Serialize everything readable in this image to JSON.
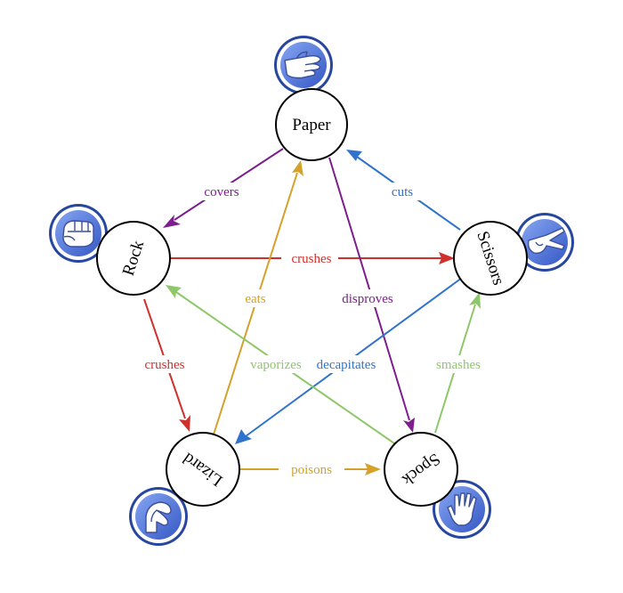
{
  "colors": {
    "red": "#d0302b",
    "purple": "#7d1d8e",
    "blue": "#2f73cc",
    "gold": "#d5a12a",
    "green": "#8ec76a",
    "badge_fill": "#3e62cc",
    "badge_inner": "#6f93ee"
  },
  "nodes": {
    "paper": {
      "label": "Paper",
      "icon": "flat-hand-icon"
    },
    "rock": {
      "label": "Rock",
      "icon": "fist-icon"
    },
    "scissors": {
      "label": "Scissors",
      "icon": "scissors-hand-icon"
    },
    "lizard": {
      "label": "Lizard",
      "icon": "lizard-hand-icon"
    },
    "spock": {
      "label": "Spock",
      "icon": "vulcan-salute-icon"
    }
  },
  "edges": [
    {
      "id": "rock-scissors",
      "from": "rock",
      "to": "scissors",
      "label": "crushes",
      "color": "red"
    },
    {
      "id": "rock-lizard",
      "from": "rock",
      "to": "lizard",
      "label": "crushes",
      "color": "red"
    },
    {
      "id": "paper-rock",
      "from": "paper",
      "to": "rock",
      "label": "covers",
      "color": "purple"
    },
    {
      "id": "paper-spock",
      "from": "paper",
      "to": "spock",
      "label": "disproves",
      "color": "purple"
    },
    {
      "id": "scissors-paper",
      "from": "scissors",
      "to": "paper",
      "label": "cuts",
      "color": "blue"
    },
    {
      "id": "scissors-lizard",
      "from": "scissors",
      "to": "lizard",
      "label": "decapitates",
      "color": "blue"
    },
    {
      "id": "lizard-paper",
      "from": "lizard",
      "to": "paper",
      "label": "eats",
      "color": "gold"
    },
    {
      "id": "lizard-spock",
      "from": "lizard",
      "to": "spock",
      "label": "poisons",
      "color": "gold"
    },
    {
      "id": "spock-scissors",
      "from": "spock",
      "to": "scissors",
      "label": "smashes",
      "color": "green"
    },
    {
      "id": "spock-rock",
      "from": "spock",
      "to": "rock",
      "label": "vaporizes",
      "color": "green"
    }
  ]
}
